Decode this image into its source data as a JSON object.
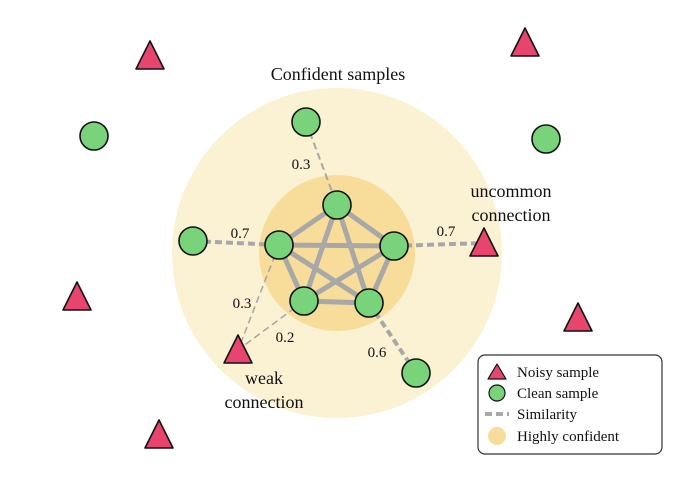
{
  "colors": {
    "noisy": "#e8456e",
    "clean": "#78d37a",
    "similarity": "#a8a8a8",
    "confident_outer": "#fbf1d3",
    "confident_inner": "#f8dc99",
    "stroke": "#111111"
  },
  "title": "Confident samples",
  "annotations": {
    "uncommon": [
      "uncommon",
      "connection"
    ],
    "weak": [
      "weak",
      "connection"
    ]
  },
  "edge_weights": {
    "top": "0.3",
    "left": "0.7",
    "right": "0.7",
    "weak_a": "0.3",
    "weak_b": "0.2",
    "bottom_right": "0.6"
  },
  "legend": {
    "noisy": "Noisy sample",
    "clean": "Clean sample",
    "similarity": "Similarity",
    "confident": "Highly confident"
  }
}
